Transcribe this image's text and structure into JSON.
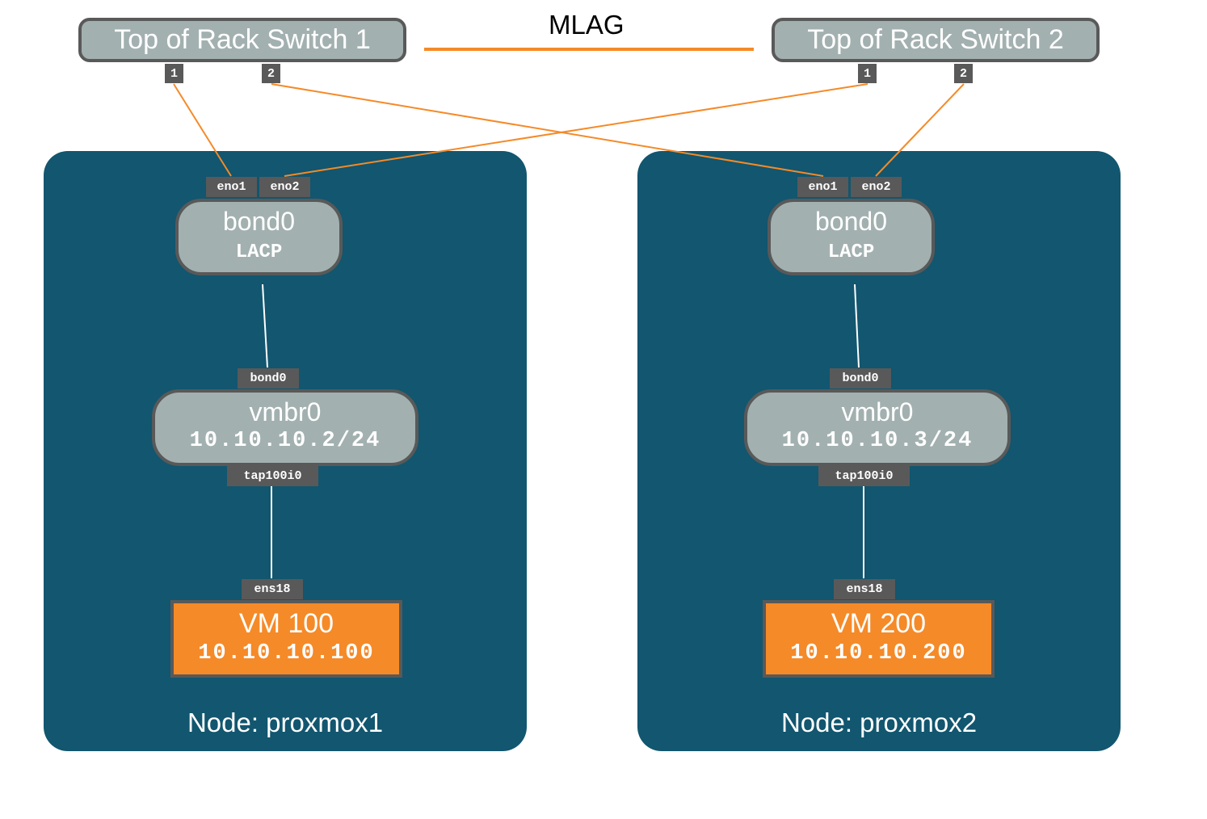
{
  "colors": {
    "node_bg": "#12566f",
    "device_fill": "#a3b0b0",
    "device_border": "#595959",
    "vm_fill": "#f58a28",
    "uplink": "#f58a28",
    "internal_link": "#ffffff"
  },
  "mlag": {
    "label": "MLAG"
  },
  "switches": [
    {
      "label": "Top of Rack Switch 1",
      "ports": [
        "1",
        "2"
      ]
    },
    {
      "label": "Top of Rack Switch 2",
      "ports": [
        "1",
        "2"
      ]
    }
  ],
  "nodes": [
    {
      "label": "Node: proxmox1",
      "bond": {
        "name": "bond0",
        "mode": "LACP",
        "ports": [
          "eno1",
          "eno2"
        ]
      },
      "bridge": {
        "name": "vmbr0",
        "ip": "10.10.10.2/24",
        "in_port": "bond0",
        "out_port": "tap100i0"
      },
      "vm": {
        "name": "VM 100",
        "ip": "10.10.10.100",
        "port": "ens18"
      }
    },
    {
      "label": "Node: proxmox2",
      "bond": {
        "name": "bond0",
        "mode": "LACP",
        "ports": [
          "eno1",
          "eno2"
        ]
      },
      "bridge": {
        "name": "vmbr0",
        "ip": "10.10.10.3/24",
        "in_port": "bond0",
        "out_port": "tap100i0"
      },
      "vm": {
        "name": "VM 200",
        "ip": "10.10.10.200",
        "port": "ens18"
      }
    }
  ],
  "connections": [
    {
      "from": "Top of Rack Switch 1 port 1",
      "to": "proxmox1 eno1"
    },
    {
      "from": "Top of Rack Switch 1 port 2",
      "to": "proxmox2 eno1"
    },
    {
      "from": "Top of Rack Switch 2 port 1",
      "to": "proxmox1 eno2"
    },
    {
      "from": "Top of Rack Switch 2 port 2",
      "to": "proxmox2 eno2"
    }
  ]
}
